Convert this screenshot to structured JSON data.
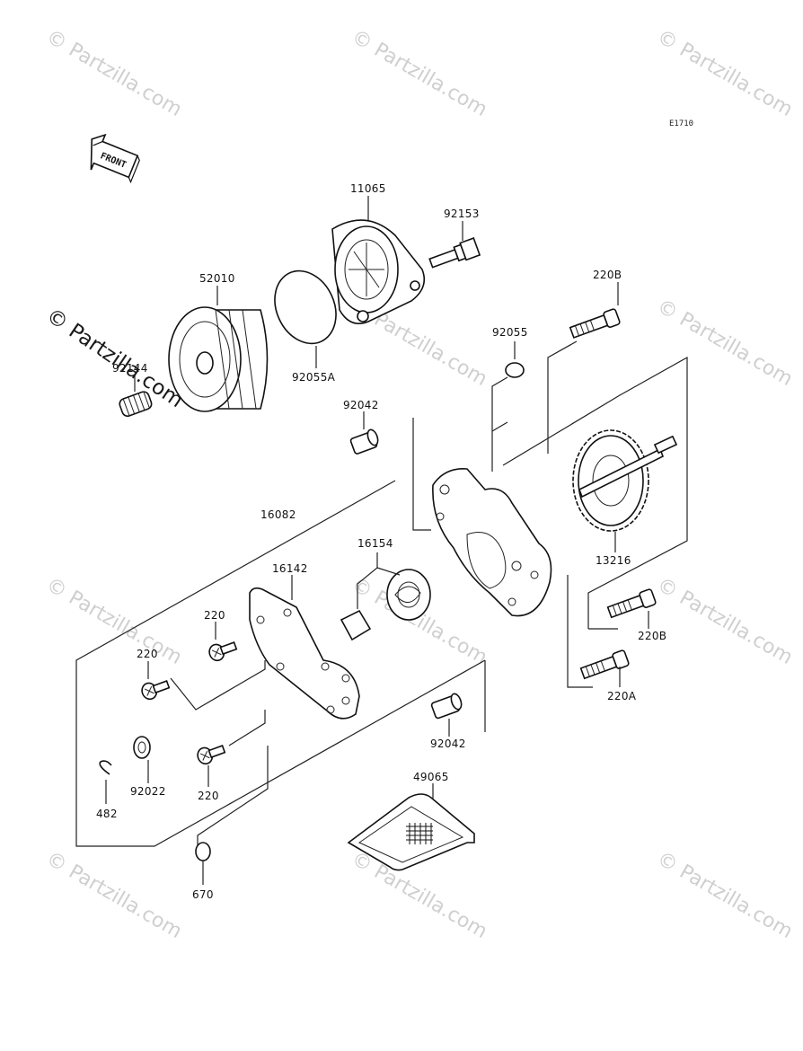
{
  "diagram_code": "E1710",
  "front_arrow_label": "FRONT",
  "watermark_text": "© Partzilla.com",
  "parts": {
    "p11065": "11065",
    "p92153": "92153",
    "p52010": "52010",
    "p92055A": "92055A",
    "p92144": "92144",
    "p220B_top": "220B",
    "p92055": "92055",
    "p92042_top": "92042",
    "p16082": "16082",
    "p16154": "16154",
    "p16142": "16142",
    "p13216": "13216",
    "p220_a": "220",
    "p220_b": "220",
    "p220B_mid": "220B",
    "p220A": "220A",
    "p92042_bot": "92042",
    "p92022": "92022",
    "p220_c": "220",
    "p482": "482",
    "p49065": "49065",
    "p670": "670"
  }
}
